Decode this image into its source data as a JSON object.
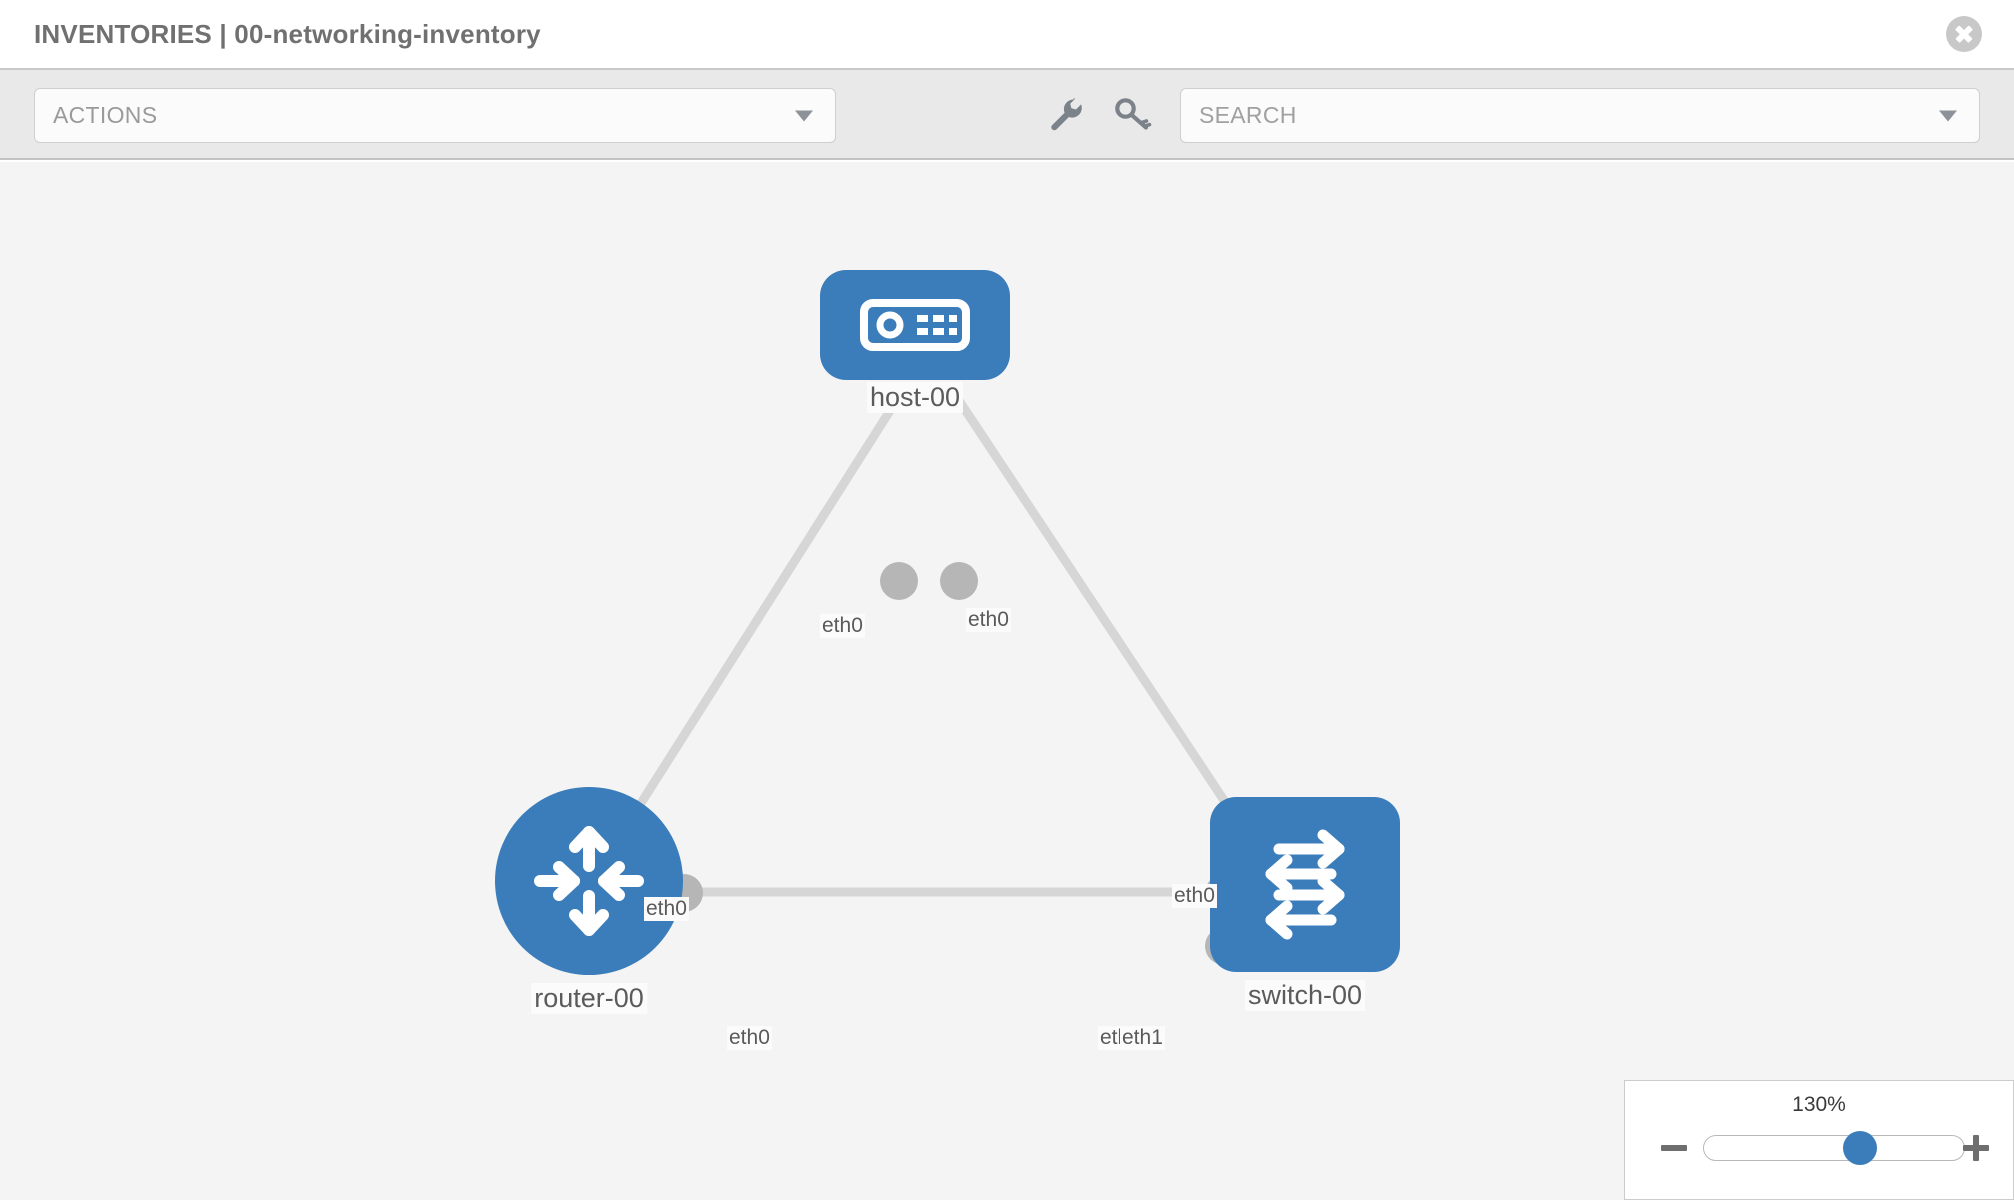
{
  "header": {
    "title": "INVENTORIES | 00-networking-inventory",
    "close_icon": "close-circle-icon"
  },
  "toolbar": {
    "actions_label": "ACTIONS",
    "actions_caret_icon": "chevron-down-icon",
    "wrench_icon": "wrench-icon",
    "key_icon": "key-icon",
    "search_placeholder": "SEARCH",
    "search_caret_icon": "chevron-down-icon"
  },
  "topology": {
    "nodes": [
      {
        "id": "host-00",
        "label": "host-00",
        "icon": "server-icon",
        "shape": "rounded-rect",
        "color": "#3b7dba"
      },
      {
        "id": "router-00",
        "label": "router-00",
        "icon": "router-arrows-icon",
        "shape": "circle",
        "color": "#3b7dba"
      },
      {
        "id": "switch-00",
        "label": "switch-00",
        "icon": "switch-arrows-icon",
        "shape": "rounded-square",
        "color": "#3b7dba"
      }
    ],
    "links": [
      {
        "from": "host-00",
        "from_iface": "eth0",
        "to": "router-00",
        "to_iface": "eth0"
      },
      {
        "from": "host-00",
        "from_iface": "eth0",
        "to": "switch-00",
        "to_iface": "eth0"
      },
      {
        "from": "router-00",
        "from_iface": "eth0",
        "to": "switch-00",
        "to_iface": "eth1"
      }
    ],
    "iface_labels": {
      "host_left": "eth0",
      "host_right": "eth0",
      "router_up": "eth0",
      "switch_up": "eth0",
      "router_right": "eth0",
      "switch_left_hidden": "eth0",
      "switch_left": "eth1"
    }
  },
  "zoom_control": {
    "value": "130%",
    "minus_label": "zoom-out",
    "plus_label": "zoom-in",
    "slider_position_pct": 60
  },
  "colors": {
    "accent": "#3b7dba",
    "canvas_bg": "#f4f4f4",
    "toolbar_bg": "#e9e9e9",
    "edge": "#d6d6d6",
    "handle": "#b6b6b6"
  }
}
